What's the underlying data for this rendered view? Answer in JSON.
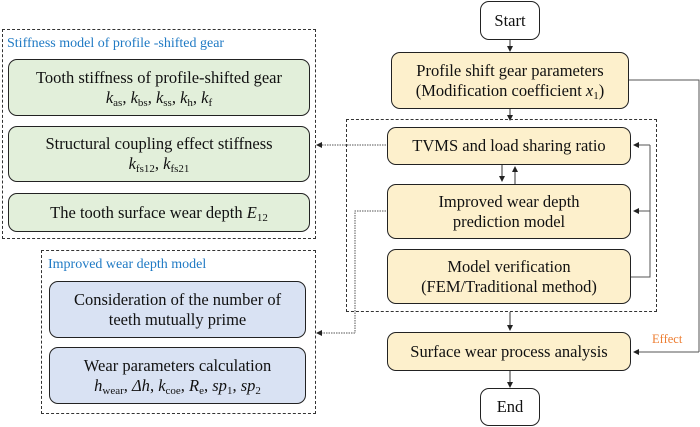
{
  "stiffness_group": {
    "title": "Stiffness model of profile -shifted gear",
    "boxes": [
      {
        "line1": "Tooth stiffness of profile-shifted gear",
        "symbols": [
          {
            "k": "k",
            "s": "as"
          },
          {
            "k": "k",
            "s": "bs"
          },
          {
            "k": "k",
            "s": "ss"
          },
          {
            "k": "k",
            "s": "h"
          },
          {
            "k": "k",
            "s": "f"
          }
        ]
      },
      {
        "line1": "Structural coupling effect stiffness",
        "symbols": [
          {
            "k": "k",
            "s": "fs12"
          },
          {
            "k": "k",
            "s": "fs21"
          }
        ]
      },
      {
        "line1": "The tooth surface wear depth",
        "symbol": "E",
        "symbol_sub": "12"
      }
    ]
  },
  "wear_group": {
    "title": "Improved wear depth model",
    "boxes": [
      {
        "line1": "Consideration of the number of",
        "line2": "teeth mutually prime"
      },
      {
        "line1": "Wear parameters calculation",
        "formula": "h_wear, Δh, k_coe, R_e, sp_1, sp_2"
      }
    ]
  },
  "flow": {
    "start": "Start",
    "params": {
      "line1": "Profile shift gear parameters",
      "line2": "(Modification coefficient",
      "symbol": "x",
      "symbol_sub": "1",
      "close": ")"
    },
    "tvms": "TVMS and load sharing ratio",
    "wear_model": {
      "line1": "Improved wear depth",
      "line2": "prediction model"
    },
    "verification": {
      "line1": "Model verification",
      "line2": "(FEM/Traditional method)"
    },
    "surface": "Surface wear process analysis",
    "end": "End",
    "effect_label": "Effect"
  },
  "colors": {
    "green_box": "#e2efda",
    "blue_box": "#d9e2f3",
    "yellow_box": "#fdf0cc",
    "group_title": "#1f7ac4",
    "effect_label": "#ed7d31"
  }
}
